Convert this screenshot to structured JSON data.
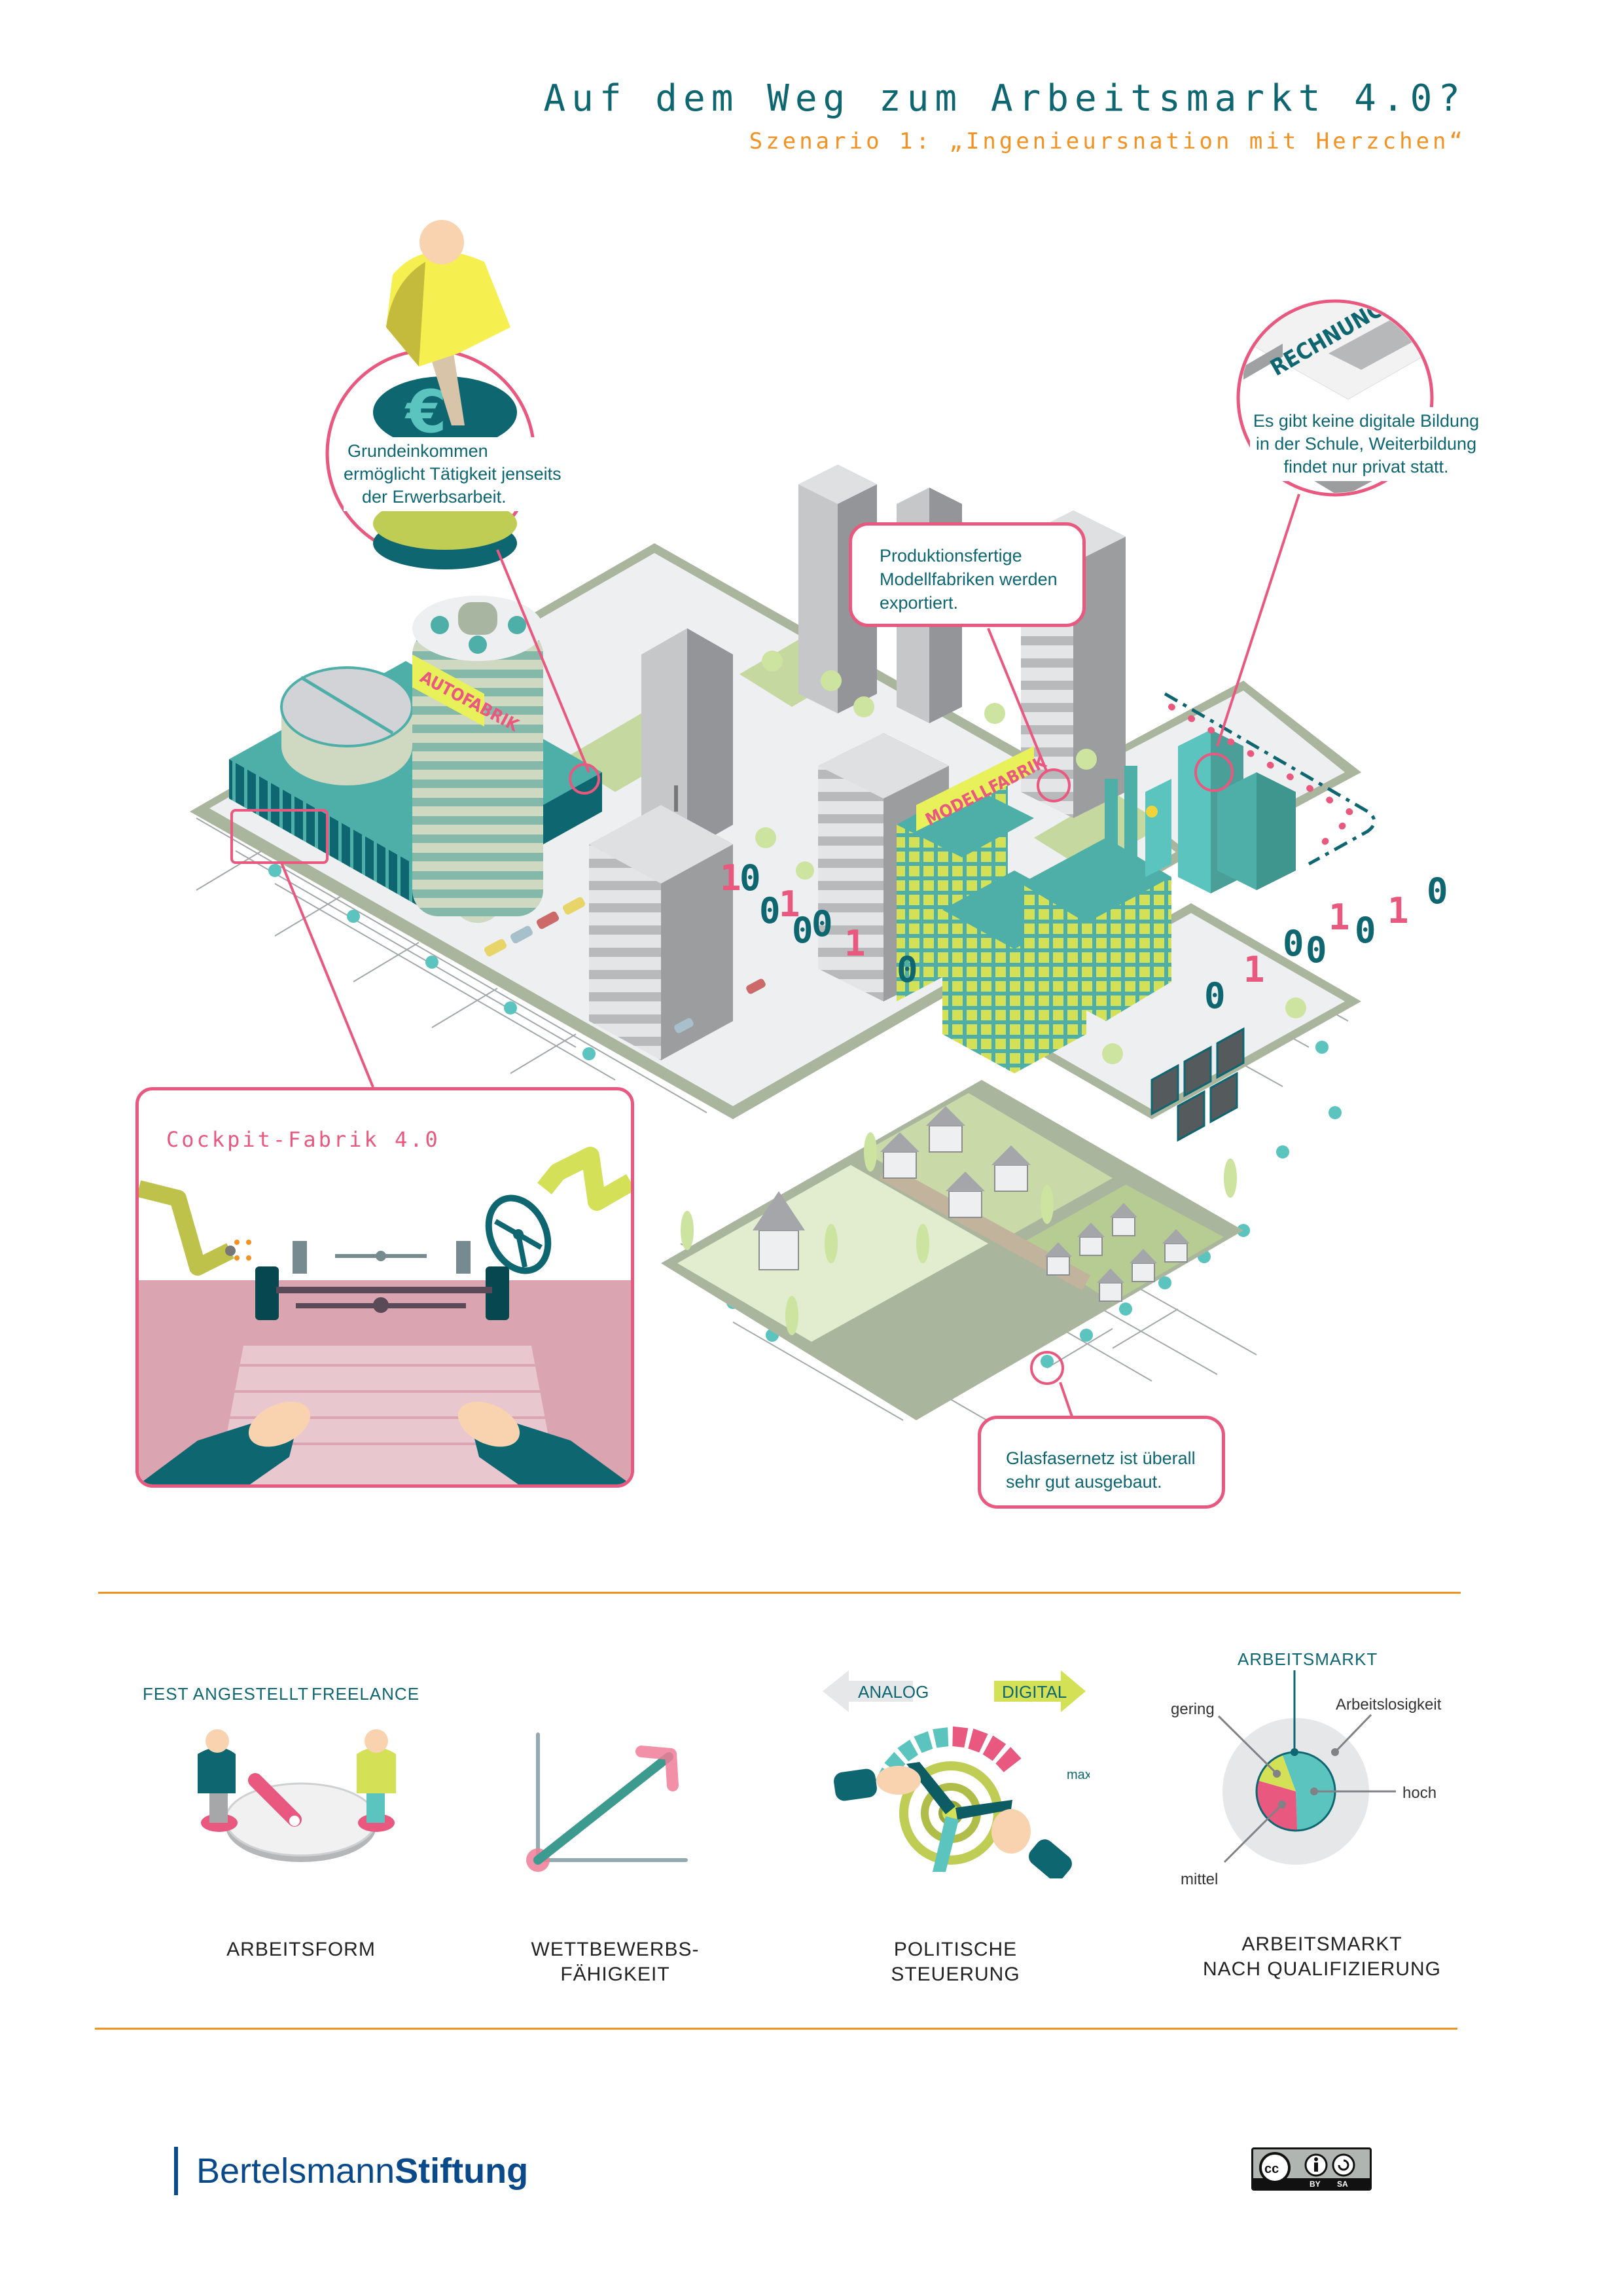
{
  "header": {
    "title": "Auf dem Weg zum Arbeitsmarkt 4.0?",
    "subtitle": "Szenario 1: „Ingenieursnation mit Herzchen“"
  },
  "colors": {
    "teal_dark": "#0e6670",
    "teal": "#4eaea8",
    "teal_light": "#5cc4bf",
    "pink": "#e8587f",
    "orange": "#f29223",
    "lime": "#d4e157",
    "grey_building": "#c9cacc",
    "ground_green": "#b7cc92",
    "brand_blue": "#0a4a8a"
  },
  "illustration": {
    "signs": {
      "autofabrik": "AUTOFABRIK",
      "modellfabrik": "MODELLFABRIK",
      "rechnung": "RECHNUNG"
    },
    "binary_digits": [
      "1",
      "0",
      "0",
      "1",
      "0",
      "0",
      "1",
      "0",
      "0",
      "1",
      "0",
      "0",
      "1",
      "0",
      "1",
      "0"
    ]
  },
  "callouts": {
    "grundeinkommen": {
      "lines": [
        "Grundeinkommen",
        "ermöglicht Tätigkeit jenseits",
        "der Erwerbsarbeit."
      ]
    },
    "bildung": {
      "lines": [
        "Es gibt keine digitale Bildung",
        "in der Schule, Weiterbildung",
        "findet nur privat statt."
      ]
    },
    "modellfabriken": {
      "lines": [
        "Produktionsfertige",
        "Modellfabriken werden",
        "exportiert."
      ]
    },
    "glasfaser": {
      "lines": [
        "Glasfasernetz ist überall",
        "sehr gut ausgebaut."
      ]
    },
    "cockpit": {
      "title": "Cockpit-Fabrik 4.0"
    }
  },
  "indicators": [
    {
      "id": "arbeitsform",
      "label_lines": [
        "ARBEITSFORM"
      ],
      "left_label": "FEST ANGESTELLT",
      "right_label": "FREELANCE",
      "dial_position": "toward FEST ANGESTELLT"
    },
    {
      "id": "wettbewerb",
      "label_lines": [
        "WETTBEWERBS-",
        "FÄHIGKEIT"
      ],
      "trend": "up"
    },
    {
      "id": "steuerung",
      "label_lines": [
        "POLITISCHE",
        "STEUERUNG"
      ],
      "left_label": "ANALOG",
      "right_label": "DIGITAL",
      "max_label": "max.",
      "gauge_segments_total": 9,
      "gauge_segments_teal": 5,
      "gauge_segments_pink": 4
    },
    {
      "id": "qualifizierung",
      "label_lines": [
        "ARBEITSMARKT",
        "NACH QUALIFIZIERUNG"
      ],
      "top_label": "ARBEITSMARKT",
      "outer_label": "Arbeitslosigkeit",
      "slices": [
        {
          "label": "hoch",
          "share": 0.55,
          "color": "#5cc4bf"
        },
        {
          "label": "mittel",
          "share": 0.3,
          "color": "#e8587f"
        },
        {
          "label": "gering",
          "share": 0.15,
          "color": "#d4e157"
        }
      ]
    }
  ],
  "footer": {
    "brand_regular": "Bertelsmann",
    "brand_bold": "Stiftung",
    "license": {
      "cc": "cc",
      "by": "BY",
      "sa": "SA"
    }
  }
}
